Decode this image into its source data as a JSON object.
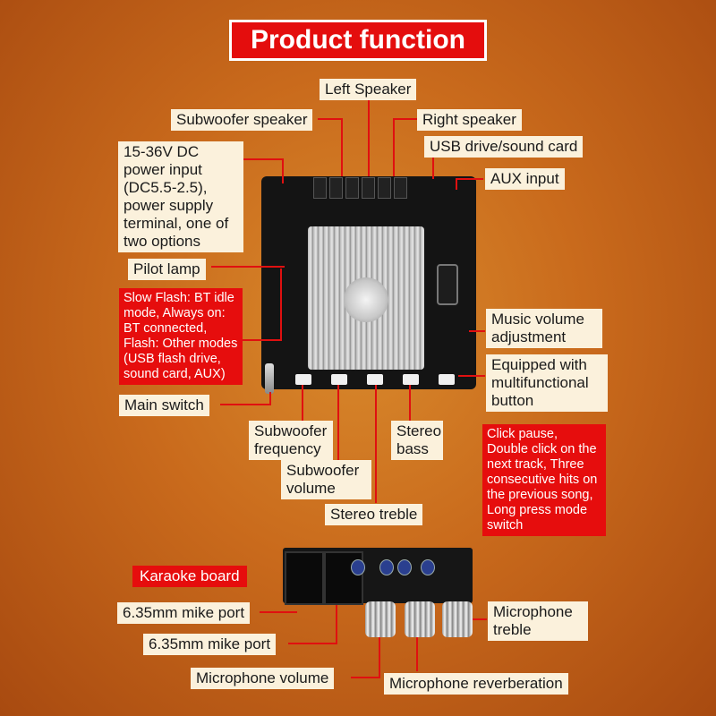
{
  "title": "Product function",
  "labels": {
    "left_speaker": "Left Speaker",
    "subwoofer_speaker": "Subwoofer speaker",
    "right_speaker": "Right speaker",
    "power_input": "15-36V DC power input (DC5.5-2.5), power supply terminal, one of two options",
    "usb_drive": "USB drive/sound card",
    "aux_input": "AUX input",
    "pilot_lamp": "Pilot lamp",
    "flash_note": "Slow Flash: BT idle mode, Always on: BT connected, Flash: Other modes (USB flash drive, sound card, AUX)",
    "music_volume": "Music volume adjustment",
    "multifunction_button": "Equipped with multifunctional button",
    "main_switch": "Main switch",
    "subwoofer_frequency": "Subwoofer frequency",
    "stereo_bass": "Stereo bass",
    "subwoofer_volume": "Subwoofer volume",
    "click_note": "Click pause, Double click on the next track, Three consecutive hits on the previous song, Long press mode switch",
    "stereo_treble": "Stereo treble",
    "karaoke_board": "Karaoke board",
    "mike_port_1": "6.35mm mike port",
    "mike_port_2": "6.35mm mike port",
    "microphone_treble": "Microphone treble",
    "microphone_volume": "Microphone volume",
    "microphone_reverberation": "Microphone reverberation"
  },
  "colors": {
    "title_bg": "#e40d0d",
    "label_bg": "#fbf1dc",
    "note_bg": "#e60d0d",
    "line": "#e01010"
  }
}
